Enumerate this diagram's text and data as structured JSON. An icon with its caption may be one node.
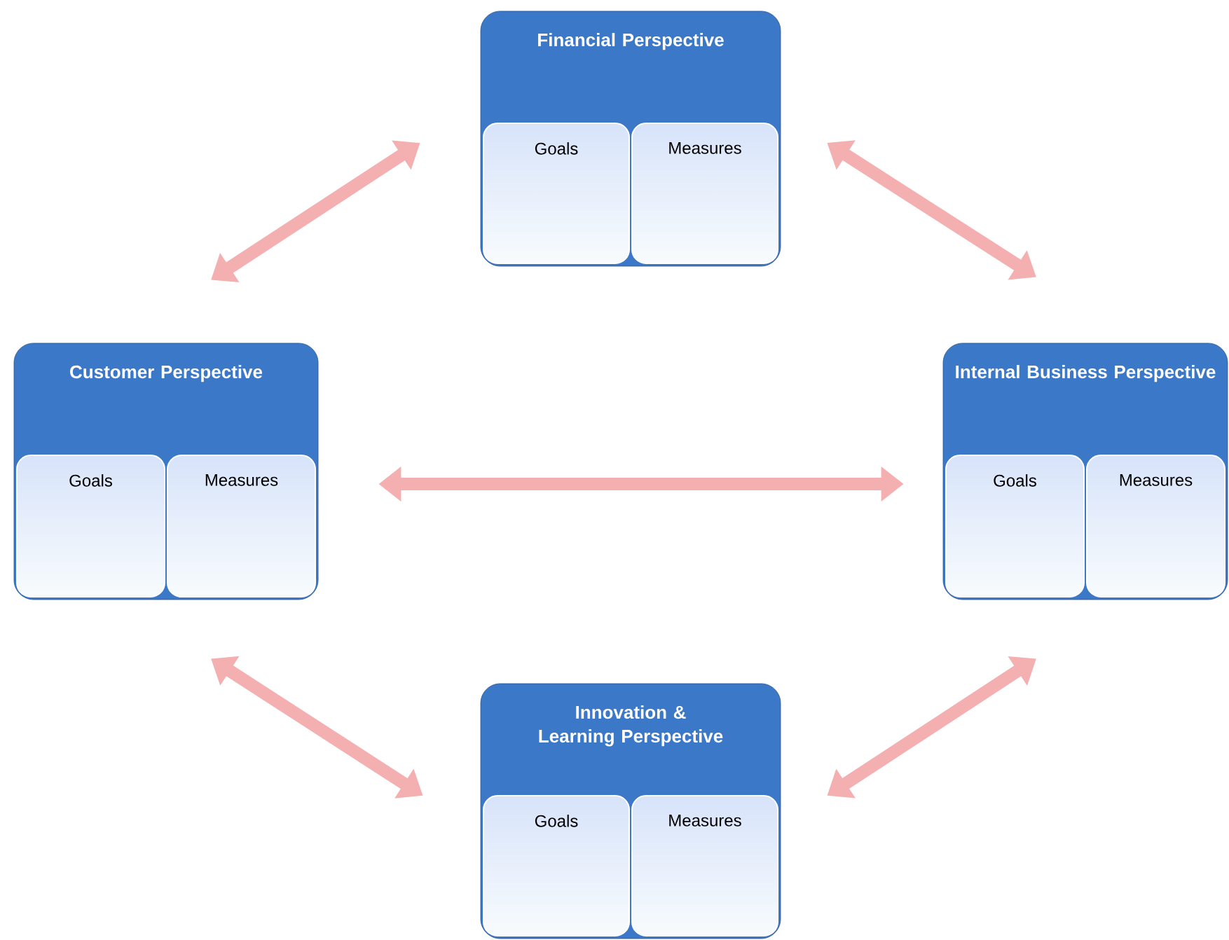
{
  "diagram": {
    "nodes": [
      {
        "text": [
          "Financial Perspective"
        ]
      },
      {
        "text": [
          "Goals"
        ],
        "in": 0
      },
      {
        "text": [
          "Measures"
        ],
        "in": 0
      },
      {
        "text": [
          "Customer Perspective"
        ]
      },
      {
        "text": [
          "Goals"
        ],
        "in": 3
      },
      {
        "text": [
          "Measures"
        ],
        "in": 3
      },
      {
        "text": [
          "Internal Business Perspective"
        ]
      },
      {
        "text": [
          "Goals"
        ],
        "in": 6
      },
      {
        "text": [
          "Measures"
        ],
        "in": 6
      },
      {
        "text": [
          "Innovation & Learning Perspective"
        ]
      },
      {
        "text": [
          "Goals"
        ],
        "in": 9
      },
      {
        "text": [
          "Measures"
        ],
        "in": 9
      }
    ],
    "edges": [
      {
        "from": 0,
        "to": 3,
        "arrow": "both"
      },
      {
        "from": 0,
        "to": 6,
        "arrow": "both"
      },
      {
        "from": 3,
        "to": 6,
        "arrow": "both"
      },
      {
        "from": 3,
        "to": 9,
        "arrow": "both"
      },
      {
        "from": 6,
        "to": 9,
        "arrow": "both"
      }
    ]
  }
}
